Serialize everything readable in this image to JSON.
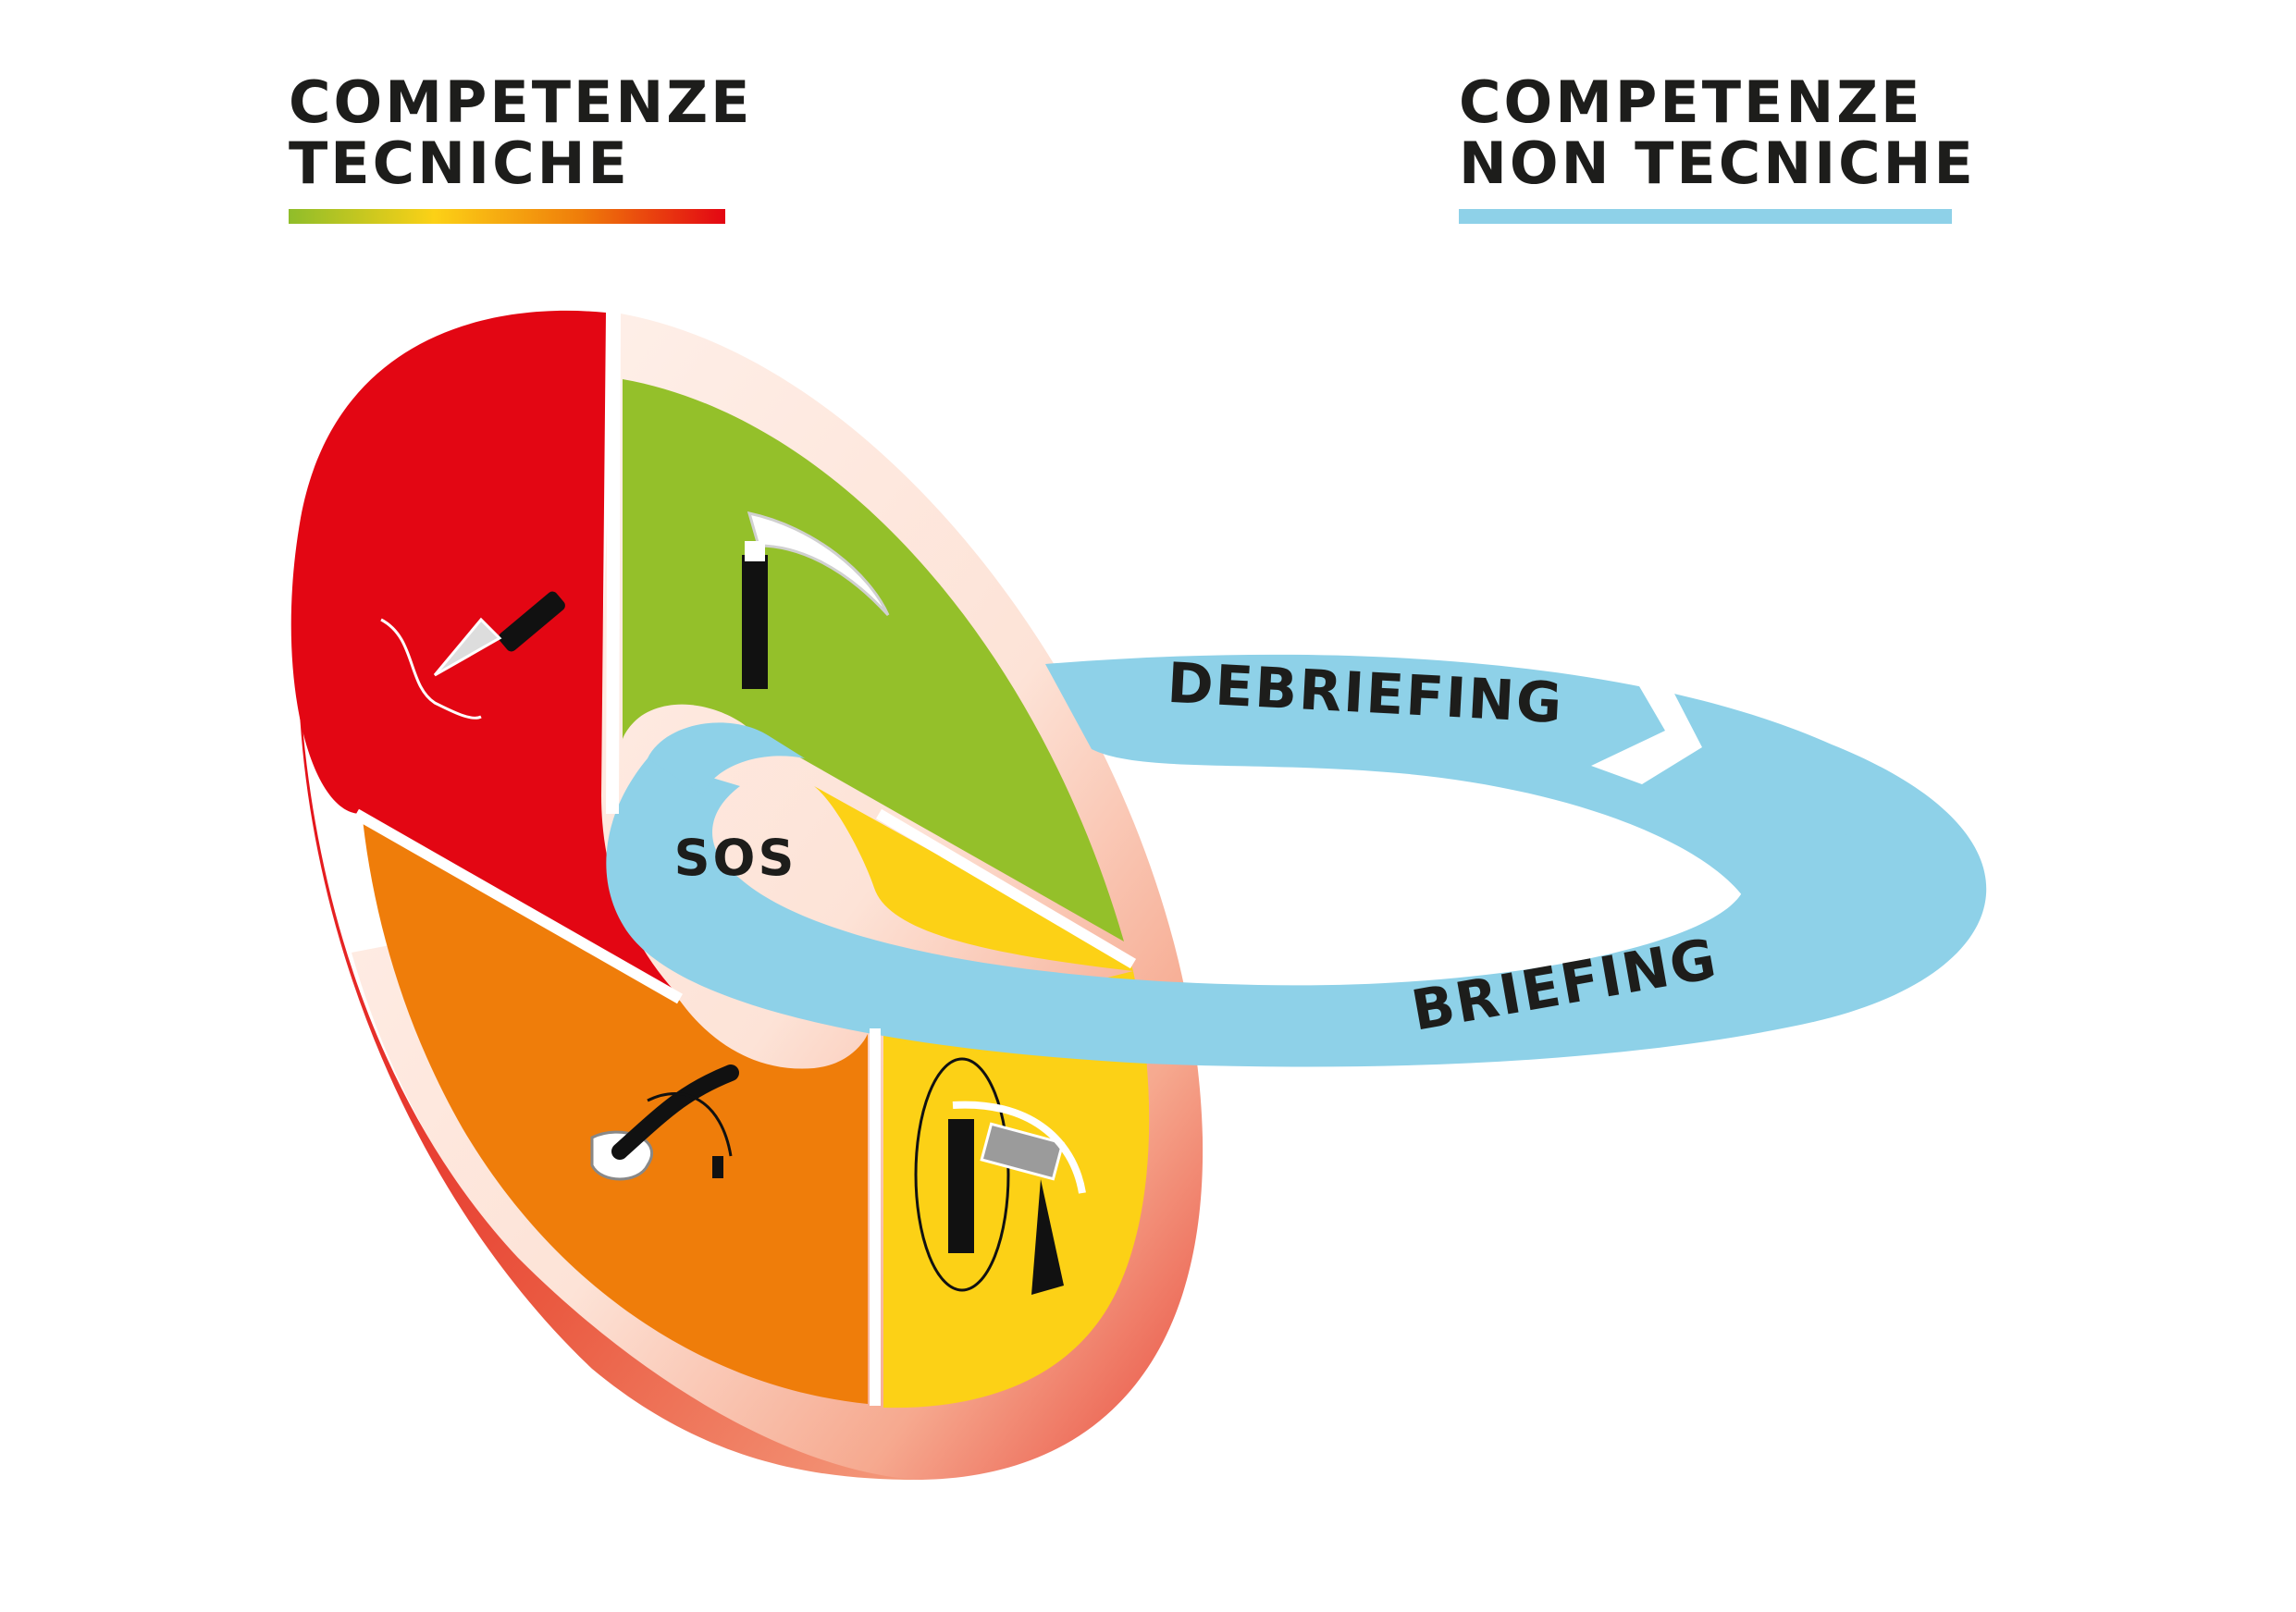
{
  "technical": {
    "title_line1": "COMPETENZE",
    "title_line2": "TECNICHE",
    "gradient": [
      "#8fbd2a",
      "#fcd116",
      "#ef7d0a",
      "#e30613"
    ]
  },
  "non_technical": {
    "title_line1": "COMPETENZE",
    "title_line2": "NON TECNICHE",
    "color": "#8ed1e8"
  },
  "wheel": {
    "segments": [
      {
        "color": "#e30613",
        "icon": "scalpel-icon"
      },
      {
        "color": "#94c02a",
        "icon": "laryngoscope-icon"
      },
      {
        "color": "#ef7d0a",
        "icon": "airway-device-icon"
      },
      {
        "color": "#fcd116",
        "icon": "videolaryngoscope-icon"
      }
    ],
    "center_label": "SOS"
  },
  "ring": {
    "top_label": "DEBRIEFING",
    "bottom_label": "BRIEFING"
  }
}
